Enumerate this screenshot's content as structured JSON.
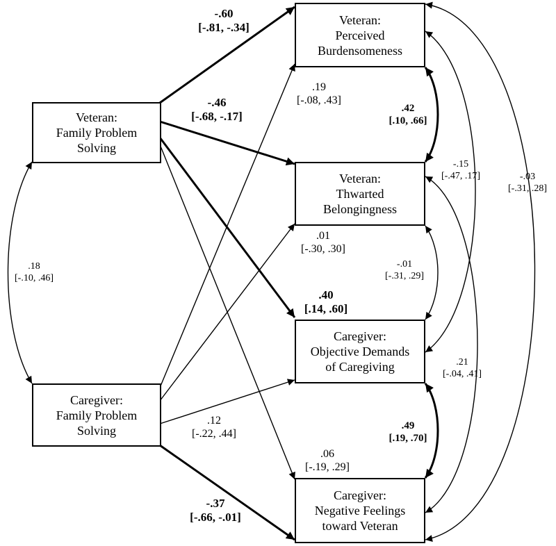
{
  "nodes": {
    "vet_fps": [
      "Veteran:",
      "Family Problem",
      "Solving"
    ],
    "cg_fps": [
      "Caregiver:",
      "Family Problem",
      "Solving"
    ],
    "vet_pb": [
      "Veteran:",
      "Perceived",
      "Burdensomeness"
    ],
    "vet_tb": [
      "Veteran:",
      "Thwarted",
      "Belongingness"
    ],
    "cg_od": [
      "Caregiver:",
      "Objective Demands",
      "of Caregiving"
    ],
    "cg_nf": [
      "Caregiver:",
      "Negative Feelings",
      "toward Veteran"
    ]
  },
  "paths": {
    "vfps_pb": {
      "est": "-.60",
      "ci": "[-.81, -.34]"
    },
    "vfps_tb": {
      "est": "-.46",
      "ci": "[-.68, -.17]"
    },
    "cfps_pb": {
      "est": ".19",
      "ci": "[-.08, .43]"
    },
    "cfps_tb": {
      "est": ".01",
      "ci": "[-.30, .30]"
    },
    "vfps_od": {
      "est": ".40",
      "ci": "[.14, .60]"
    },
    "cfps_od": {
      "est": ".12",
      "ci": "[-.22, .44]"
    },
    "vfps_nf": {
      "est": ".06",
      "ci": "[-.19, .29]"
    },
    "cfps_nf": {
      "est": "-.37",
      "ci": "[-.66, -.01]"
    }
  },
  "correlations": {
    "fps_fps": {
      "est": ".18",
      "ci": "[-.10, .46]"
    },
    "pb_tb": {
      "est": ".42",
      "ci": "[.10, .66]"
    },
    "pb_od": {
      "est": "-.15",
      "ci": "[-.47, .17]"
    },
    "pb_nf": {
      "est": "-.03",
      "ci": "[-.31, .28]"
    },
    "tb_od": {
      "est": "-.01",
      "ci": "[-.31, .29]"
    },
    "tb_nf": {
      "est": ".21",
      "ci": "[-.04, .41]"
    },
    "od_nf": {
      "est": ".49",
      "ci": "[.19, .70]"
    }
  }
}
